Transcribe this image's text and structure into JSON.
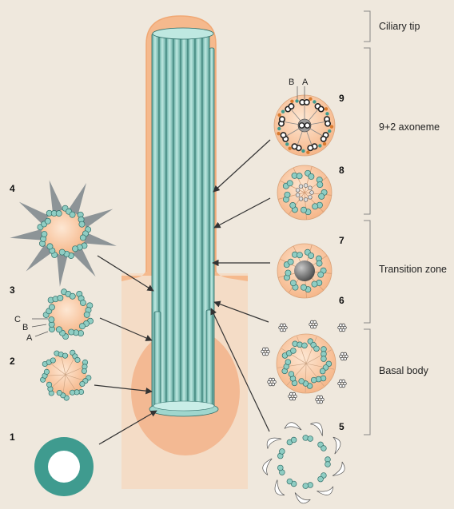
{
  "regions": [
    {
      "label": "Ciliary tip"
    },
    {
      "label": "9+2 axoneme"
    },
    {
      "label": "Transition zone"
    },
    {
      "label": "Basal body"
    }
  ],
  "stages": [
    {
      "number": "1"
    },
    {
      "number": "2"
    },
    {
      "number": "3"
    },
    {
      "number": "4"
    },
    {
      "number": "5"
    },
    {
      "number": "6"
    },
    {
      "number": "7"
    },
    {
      "number": "8"
    },
    {
      "number": "9"
    }
  ],
  "tubule_labels": {
    "stage3": [
      "C",
      "B",
      "A"
    ],
    "stage9": [
      "B",
      "A"
    ]
  },
  "colors": {
    "background": "#efe8dd",
    "membrane": "#f4b88a",
    "microtubule": "#8fcdc3",
    "microtubule_dark": "#2f6e68",
    "arrow": "#333333"
  }
}
